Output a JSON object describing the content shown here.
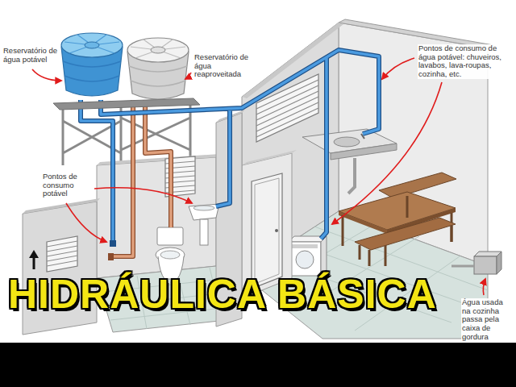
{
  "diagram": {
    "title": "HIDRÁULICA BÁSICA",
    "labels": [
      "Reservatório de água potável",
      "Reservatório de água reaproveitada",
      "Pontos de consumo de água potável: chuveiros, lavabos, lava-roupas, cozinha, etc.",
      "Pontos de consumo potável",
      "Água usada na cozinha passa pela caixa de gordura"
    ]
  }
}
